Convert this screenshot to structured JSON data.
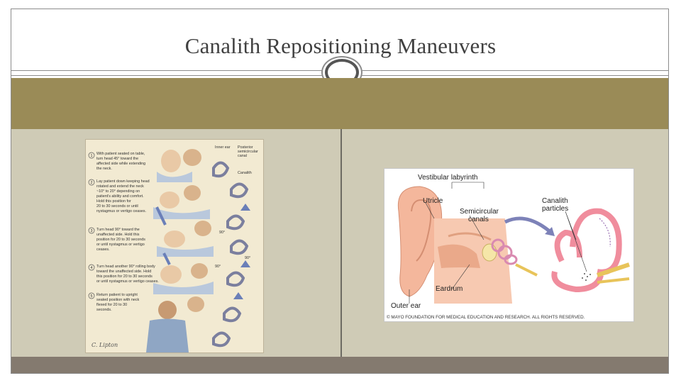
{
  "slide": {
    "title": "Canalith Repositioning Maneuvers"
  },
  "left_figure": {
    "steps": [
      {
        "number": "1",
        "text": [
          "With patient seated on table,",
          "turn head 45° toward the",
          "affected side while extending",
          "the neck."
        ]
      },
      {
        "number": "2",
        "text": [
          "Lay patient down keeping head",
          "rotated and extend the neck",
          "~10° to 20° depending on",
          "patient's ability and comfort.",
          "Hold this position for",
          "20 to 30 seconds or until",
          "nystagmus or vertigo ceases."
        ]
      },
      {
        "number": "3",
        "text": [
          "Turn head 90° toward the",
          "unaffected side. Hold this",
          "position for 20 to 30 seconds",
          "or until nystagmus or vertigo",
          "ceases."
        ]
      },
      {
        "number": "4",
        "text": [
          "Turn head another 90° rolling body",
          "toward the unaffected side. Hold",
          "this position for 20 to 30 seconds",
          "or until nystagmus or vertigo ceases."
        ]
      },
      {
        "number": "5",
        "text": [
          "Return patient to upright",
          "seated position with neck",
          "flexed for 20 to 30",
          "seconds."
        ]
      }
    ],
    "labels": {
      "inner_ear": "Inner ear",
      "posterior_canal": [
        "Posterior",
        "semicircular",
        "canal"
      ],
      "canalith": "Canalith",
      "angle_a": "90°",
      "angle_b": "90°",
      "angle_c": "90°"
    },
    "signature": "C. Lipton"
  },
  "right_figure": {
    "labels": {
      "vestibular_labyrinth": "Vestibular labyrinth",
      "utricle": "Utricle",
      "semicircular_canals": [
        "Semicircular",
        "canals"
      ],
      "canalith_particles": [
        "Canalith",
        "particles"
      ],
      "eardrum": "Eardrum",
      "outer_ear": "Outer ear"
    },
    "copyright": "© MAYO FOUNDATION FOR MEDICAL EDUCATION AND RESEARCH. ALL RIGHTS RESERVED."
  }
}
